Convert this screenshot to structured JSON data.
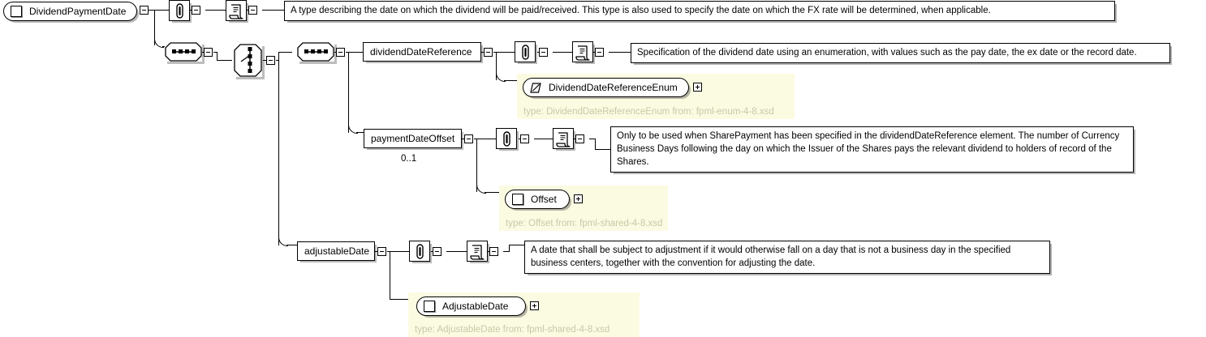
{
  "diagram": {
    "title": "DividendPaymentDate",
    "root": {
      "name": "DividendPaymentDate",
      "icon": "complex-type-square-icon",
      "toggle": "minus"
    },
    "documentation": [
      {
        "id": "doc-root",
        "text": "A type describing the date on which the dividend will be paid/received. This type is also used to specify the date on which the FX rate will be determined, when applicable."
      },
      {
        "id": "doc-dividend-date-reference",
        "text": "Specification of the dividend date using an enumeration, with values such as the pay date, the ex date or the record date."
      },
      {
        "id": "doc-payment-date-offset",
        "text": "Only to be used when SharePayment has been specified in the dividendDateReference element. The number of Currency Business Days following the day on which the Issuer of the Shares pays the relevant dividend to holders of record of the Shares."
      },
      {
        "id": "doc-adjustable-date",
        "text": "A date that shall be subject to adjustment if it would otherwise fall on a day that is not a business day in the specified business centers, together with the convention for adjusting the date."
      }
    ],
    "elements": [
      {
        "id": "dividendDateReference",
        "label": "dividendDateReference",
        "cardinality": "",
        "type_ref": {
          "name": "DividendDateReferenceEnum",
          "icon": "simple-type-enum-icon",
          "type_label": "type: DividendDateReferenceEnum from: fpml-enum-4-8.xsd",
          "toggle": "plus"
        }
      },
      {
        "id": "paymentDateOffset",
        "label": "paymentDateOffset",
        "cardinality": "0..1",
        "type_ref": {
          "name": "Offset",
          "icon": "complex-type-square-icon",
          "type_label": "type: Offset from: fpml-shared-4-8.xsd",
          "toggle": "plus"
        }
      },
      {
        "id": "adjustableDate",
        "label": "adjustableDate",
        "cardinality": "",
        "type_ref": {
          "name": "AdjustableDate",
          "icon": "complex-type-square-icon",
          "type_label": "type: AdjustableDate from: fpml-shared-4-8.xsd",
          "toggle": "plus"
        }
      }
    ],
    "compositors": [
      {
        "id": "sequence-outer",
        "kind": "sequence",
        "icon": "sequence-icon"
      },
      {
        "id": "choice",
        "kind": "choice",
        "icon": "choice-icon"
      },
      {
        "id": "sequence-inner",
        "kind": "sequence",
        "icon": "sequence-icon"
      }
    ],
    "annotation_icons": [
      {
        "id": "ann-root-attr",
        "icon": "paperclip-icon"
      },
      {
        "id": "ann-root-doc",
        "icon": "documentation-scroll-icon"
      },
      {
        "id": "ann-ddr-attr",
        "icon": "paperclip-icon"
      },
      {
        "id": "ann-ddr-doc",
        "icon": "documentation-scroll-icon"
      },
      {
        "id": "ann-pdo-attr",
        "icon": "paperclip-icon"
      },
      {
        "id": "ann-pdo-doc",
        "icon": "documentation-scroll-icon"
      },
      {
        "id": "ann-adj-attr",
        "icon": "paperclip-icon"
      },
      {
        "id": "ann-adj-doc",
        "icon": "documentation-scroll-icon"
      }
    ],
    "colors": {
      "background": "#ffffff",
      "line": "#000000",
      "type_panel_bg": "#fbfbe2",
      "type_panel_text": "#c8c8a8",
      "node_bg": "#ffffff"
    }
  }
}
